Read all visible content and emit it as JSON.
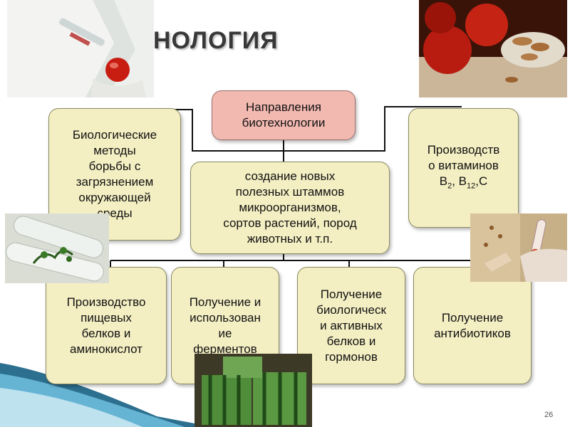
{
  "slide": {
    "title": "НОЛОГИЯ",
    "page_number": "26"
  },
  "diagram": {
    "top": "Направления\nбиотехнологии",
    "center": "создание новых\nполезных штаммов\nмикроорганизмов,\nсортов растений, пород\nживотных и т.п.",
    "left": "Биологические\nметоды\nборьбы с\nзагрязнением\nокружающей\nсреды",
    "right_line1": "Производств",
    "right_line2": "о витаминов",
    "right_b": "B",
    "right_sub2": "2",
    "right_sep": ", B",
    "right_sub12": "12",
    "right_c": ",C",
    "bottom": [
      "Производство\nпищевых\nбелков и\nаминокислот",
      "Получение и\nиспользован\nие\nферментов",
      "Получение\nбиологическ\nи активных\nбелков и\nгормонов",
      "Получение\nантибиотиков"
    ]
  },
  "colors": {
    "box_fill": "#f4efc3",
    "top_fill": "#f2b9b1",
    "connector": "#111111"
  }
}
